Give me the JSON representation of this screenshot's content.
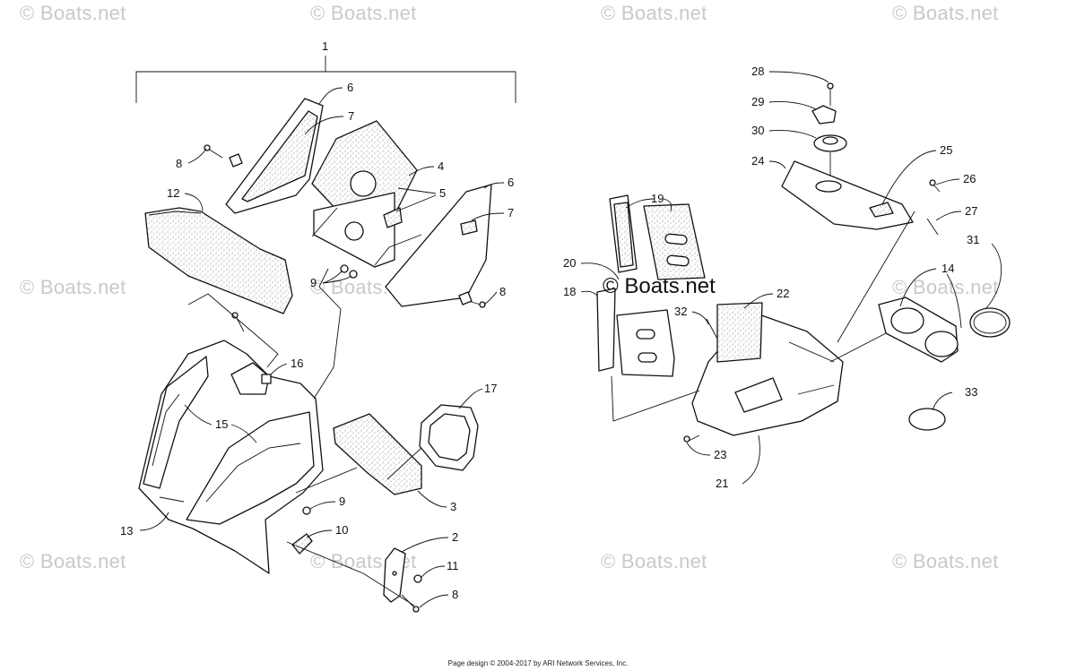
{
  "watermarks": {
    "corner_text": "© Boats.net",
    "center_text": "© Boats.net"
  },
  "footer": {
    "credit": "Page design © 2004-2017 by ARI Network Services, Inc."
  },
  "callouts": {
    "c1": "1",
    "c2": "2",
    "c3": "3",
    "c4": "4",
    "c5": "5",
    "c6a": "6",
    "c6b": "6",
    "c7a": "7",
    "c7b": "7",
    "c8a": "8",
    "c8b": "8",
    "c8c": "8",
    "c9a": "9",
    "c9b": "9",
    "c10": "10",
    "c11": "11",
    "c12": "12",
    "c13": "13",
    "c14": "14",
    "c15": "15",
    "c16": "16",
    "c17": "17",
    "c18": "18",
    "c19": "19",
    "c20": "20",
    "c21": "21",
    "c22": "22",
    "c23": "23",
    "c24": "24",
    "c25": "25",
    "c26": "26",
    "c27": "27",
    "c28": "28",
    "c29": "29",
    "c30": "30",
    "c31": "31",
    "c32": "32",
    "c33": "33"
  },
  "colors": {
    "line": "#111111",
    "watermark": "#c9c9c9",
    "callout_dot": "#d0202a"
  }
}
